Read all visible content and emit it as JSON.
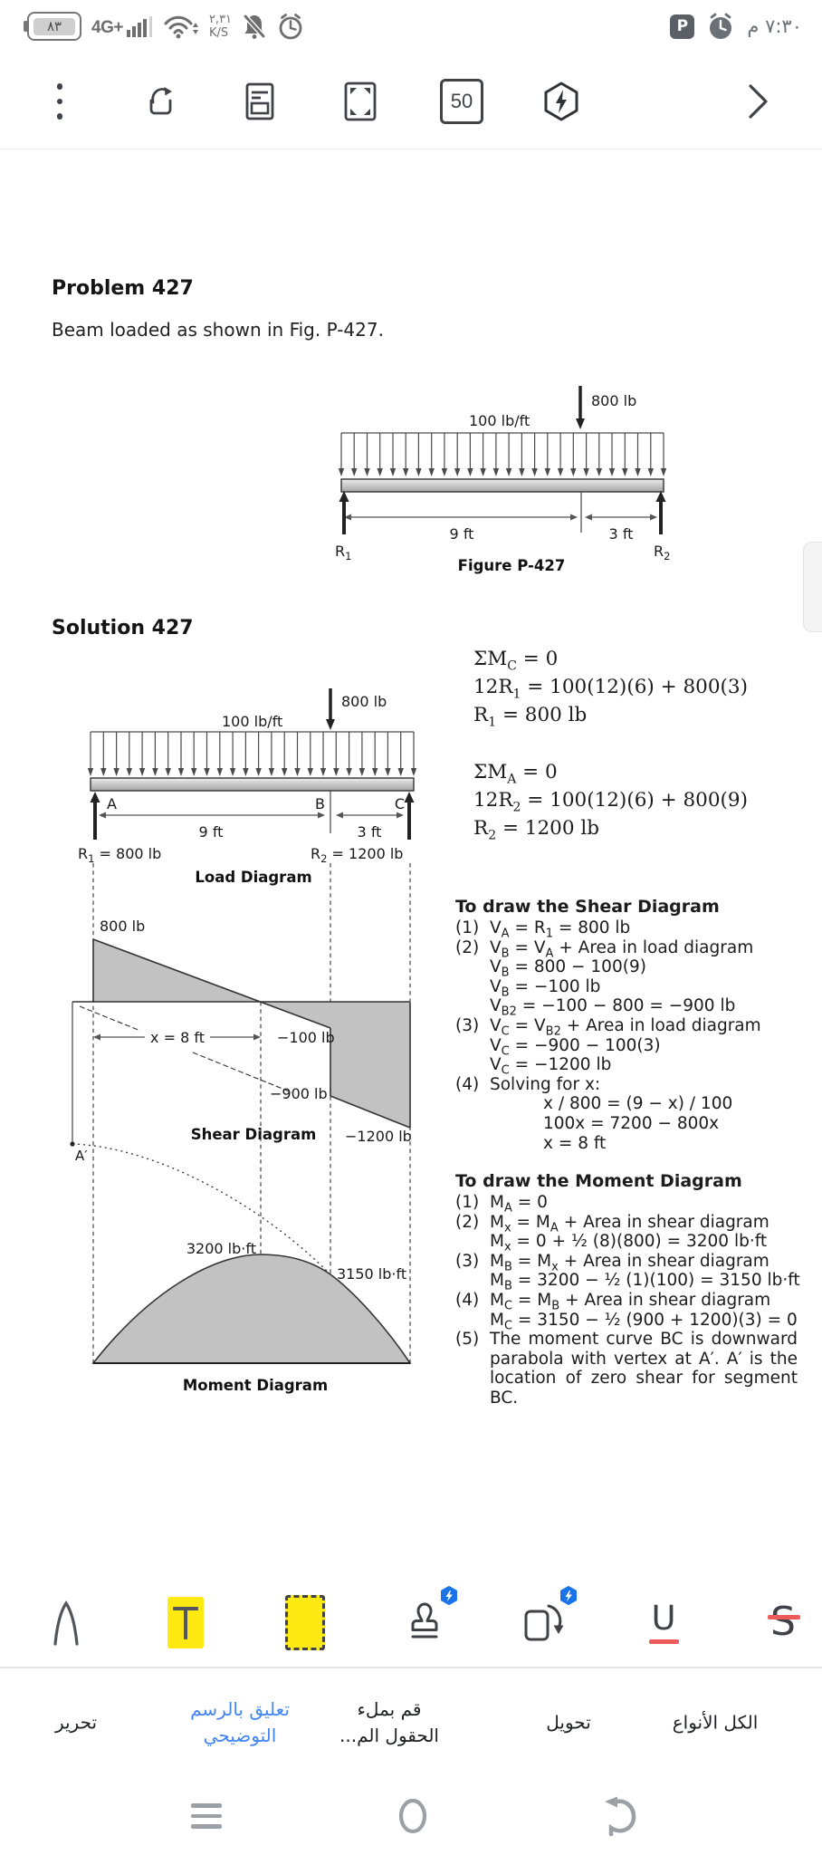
{
  "status_bar": {
    "battery_percent": "٨٣",
    "network_type": "4G+",
    "net_speed_value": "٢,٣١",
    "net_speed_unit": "K/S",
    "app_badge_letter": "P",
    "time": "٧:٣٠ م"
  },
  "top_toolbar": {
    "zoom_badge": "50",
    "icons": [
      "more-menu",
      "share",
      "reader-view",
      "fit-page",
      "zoom-level",
      "flash-actions",
      "next-page"
    ]
  },
  "document": {
    "problem_heading": "Problem 427",
    "problem_body": "Beam loaded as shown in Fig. P-427.",
    "solution_heading": "Solution 427",
    "figure": {
      "point_load": "800 lb",
      "udl": "100 lb/ft",
      "span_left": "9 ft",
      "span_right": "3 ft",
      "r1": [
        "R",
        "1"
      ],
      "r2": [
        "R",
        "2"
      ],
      "caption": "Figure P-427"
    },
    "equilibrium": {
      "block1": {
        "l1": [
          "ΣM",
          "C",
          " = 0"
        ],
        "l2": [
          "12R",
          "1",
          " = 100(12)(6) + 800(3)"
        ],
        "l3": [
          "R",
          "1",
          " = 800 lb"
        ]
      },
      "block2": {
        "l1": [
          "ΣM",
          "A",
          " = 0"
        ],
        "l2": [
          "12R",
          "2",
          " = 100(12)(6) + 800(9)"
        ],
        "l3": [
          "R",
          "2",
          " = 1200 lb"
        ]
      }
    },
    "load_diagram": {
      "point_load": "800 lb",
      "udl": "100 lb/ft",
      "a": "A",
      "b": "B",
      "c": "C",
      "span_left": "9 ft",
      "span_right": "3 ft",
      "r1": [
        "R",
        "1",
        " = 800 lb"
      ],
      "r2": [
        "R",
        "2",
        " = 1200 lb"
      ],
      "caption": "Load Diagram"
    },
    "shear_diagram": {
      "v_a": "800 lb",
      "x_dim": "x = 8 ft",
      "v_b": "−100 lb",
      "v_b2": "−900 lb",
      "v_c": "−1200 lb",
      "vertex": "A′",
      "caption": "Shear Diagram"
    },
    "moment_diagram": {
      "m_x": "3200 lb·ft",
      "m_b": "3150 lb·ft",
      "caption": "Moment Diagram"
    },
    "shear_steps": {
      "title": "To draw the Shear Diagram",
      "n1": "(1)",
      "i1l1": [
        "V",
        "A",
        " = R",
        "1",
        " = 800 lb"
      ],
      "n2": "(2)",
      "i2l1": [
        "V",
        "B",
        " = V",
        "A",
        " + Area in load diagram"
      ],
      "i2l2": [
        "V",
        "B",
        " = 800 − 100(9)"
      ],
      "i2l3": [
        "V",
        "B",
        " = −100 lb"
      ],
      "i2l4": [
        "V",
        "B2",
        " = −100 − 800 = −900 lb"
      ],
      "n3": "(3)",
      "i3l1": [
        "V",
        "C",
        " = V",
        "B2",
        " + Area in load diagram"
      ],
      "i3l2": [
        "V",
        "C",
        " = −900 − 100(3)"
      ],
      "i3l3": [
        "V",
        "C",
        " = −1200 lb"
      ],
      "n4": "(4)",
      "i4l1": "Solving for x:",
      "i4l2": "x / 800 = (9 − x) / 100",
      "i4l3": "100x = 7200 − 800x",
      "i4l4": "x = 8 ft"
    },
    "moment_steps": {
      "title": "To draw the Moment Diagram",
      "n1": "(1)",
      "i1l1": [
        "M",
        "A",
        " = 0"
      ],
      "n2": "(2)",
      "i2l1": [
        "M",
        "x",
        " = M",
        "A",
        " + Area in shear diagram"
      ],
      "i2l2": [
        "M",
        "x",
        " = 0 + ½ (8)(800) = 3200 lb·ft"
      ],
      "n3": "(3)",
      "i3l1": [
        "M",
        "B",
        " = M",
        "x",
        " + Area in shear diagram"
      ],
      "i3l2": [
        "M",
        "B",
        " = 3200 − ½ (1)(100) = 3150 lb·ft"
      ],
      "n4": "(4)",
      "i4l1": [
        "M",
        "C",
        " = M",
        "B",
        " + Area in shear diagram"
      ],
      "i4l2": [
        "M",
        "C",
        " = 3150 − ½ (900 + 1200)(3) = 0"
      ],
      "n5": "(5)",
      "i5": "The moment curve BC is downward parabola with vertex at A′.  A′ is the location of zero shear for segment BC."
    }
  },
  "annotation_toolbar": {
    "icons": [
      "pen",
      "text-highlight",
      "area-highlight",
      "stamp",
      "rotate-page",
      "underline",
      "strikethrough"
    ],
    "accent_yellow": "#ffe913",
    "badge_blue": "#1a73e8",
    "accent_red": "#ee5b5b"
  },
  "action_labels": [
    {
      "label": "تحرير"
    },
    {
      "label": "تعليق بالرسم\nالتوضيحي"
    },
    {
      "label": "قم بملء\nالحقول الم..."
    },
    {
      "label": "تحويل"
    },
    {
      "label": "الكل الأنواع"
    }
  ],
  "nav_bar": {
    "icons": [
      "recents-menu",
      "home",
      "back"
    ]
  },
  "colors": {
    "active_label": "#4285f4",
    "diagram_fill": "#c2c2c2",
    "ink": "#222222"
  }
}
